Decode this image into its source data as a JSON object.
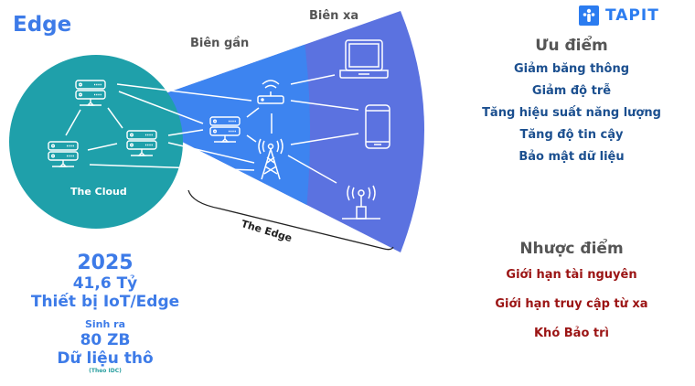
{
  "title": "Edge",
  "logo": {
    "name": "TAPIT",
    "icon": "tapit-logo-icon"
  },
  "diagram": {
    "far_edge_label": "Biên xa",
    "near_edge_label": "Biên gần",
    "cloud_label": "The Cloud",
    "edge_label": "The Edge",
    "colors": {
      "cloud": "#1fa0aa",
      "near_edge": "#3d84f0",
      "far_edge": "#5b72e0"
    },
    "icons": [
      "server-icon",
      "server-icon",
      "server-icon",
      "server-icon",
      "router-icon",
      "cell-tower-icon",
      "laptop-icon",
      "smartphone-icon",
      "antenna-icon"
    ]
  },
  "stats": {
    "year": "2025",
    "devices_count": "41,6 Tỷ",
    "devices_label": "Thiết bị IoT/Edge",
    "generates": "Sinh ra",
    "data_amount": "80 ZB",
    "data_label": "Dữ liệu thô",
    "source": "(Theo IDC)"
  },
  "advantages": {
    "heading": "Ưu điểm",
    "items": [
      "Giảm băng thông",
      "Giảm độ trễ",
      "Tăng hiệu suất năng lượng",
      "Tăng độ tin cậy",
      "Bảo mật dữ liệu"
    ]
  },
  "disadvantages": {
    "heading": "Nhược điểm",
    "items": [
      "Giới hạn tài nguyên",
      "Giới hạn truy cập từ xa",
      "Khó Bảo trì"
    ]
  }
}
